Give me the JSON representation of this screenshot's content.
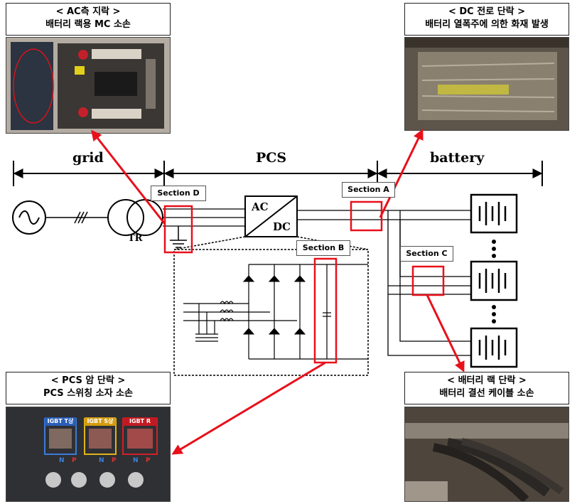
{
  "sections_header": {
    "grid": "grid",
    "pcs": "PCS",
    "battery": "battery"
  },
  "components": {
    "transformer": "TR",
    "converter_ac": "AC",
    "converter_dc": "DC"
  },
  "section_labels": {
    "d": "Section D",
    "a": "Section A",
    "b": "Section B",
    "c": "Section C"
  },
  "callouts": {
    "ac_fault": {
      "line1": "< AC측 지락 >",
      "line2": "배터리 랙용 MC 소손"
    },
    "dc_fault": {
      "line1": "< DC 전로 단락 >",
      "line2": "배터리 열폭주에 의한 화재 발생"
    },
    "pcs_fault": {
      "line1": "< PCS 암 단락 >",
      "line2": "PCS 스위칭 소자 소손"
    },
    "rack_fault": {
      "line1": "< 배터리 랙 단락 >",
      "line2": "배터리 결선 케이블 소손"
    }
  },
  "photo_labels": {
    "igbt_t": "IGBT T상",
    "igbt_s": "IGBT S상",
    "igbt_r": "IGBT R",
    "n": "N",
    "p": "P"
  },
  "colors": {
    "highlight": "#e8101a",
    "line": "#222222"
  }
}
